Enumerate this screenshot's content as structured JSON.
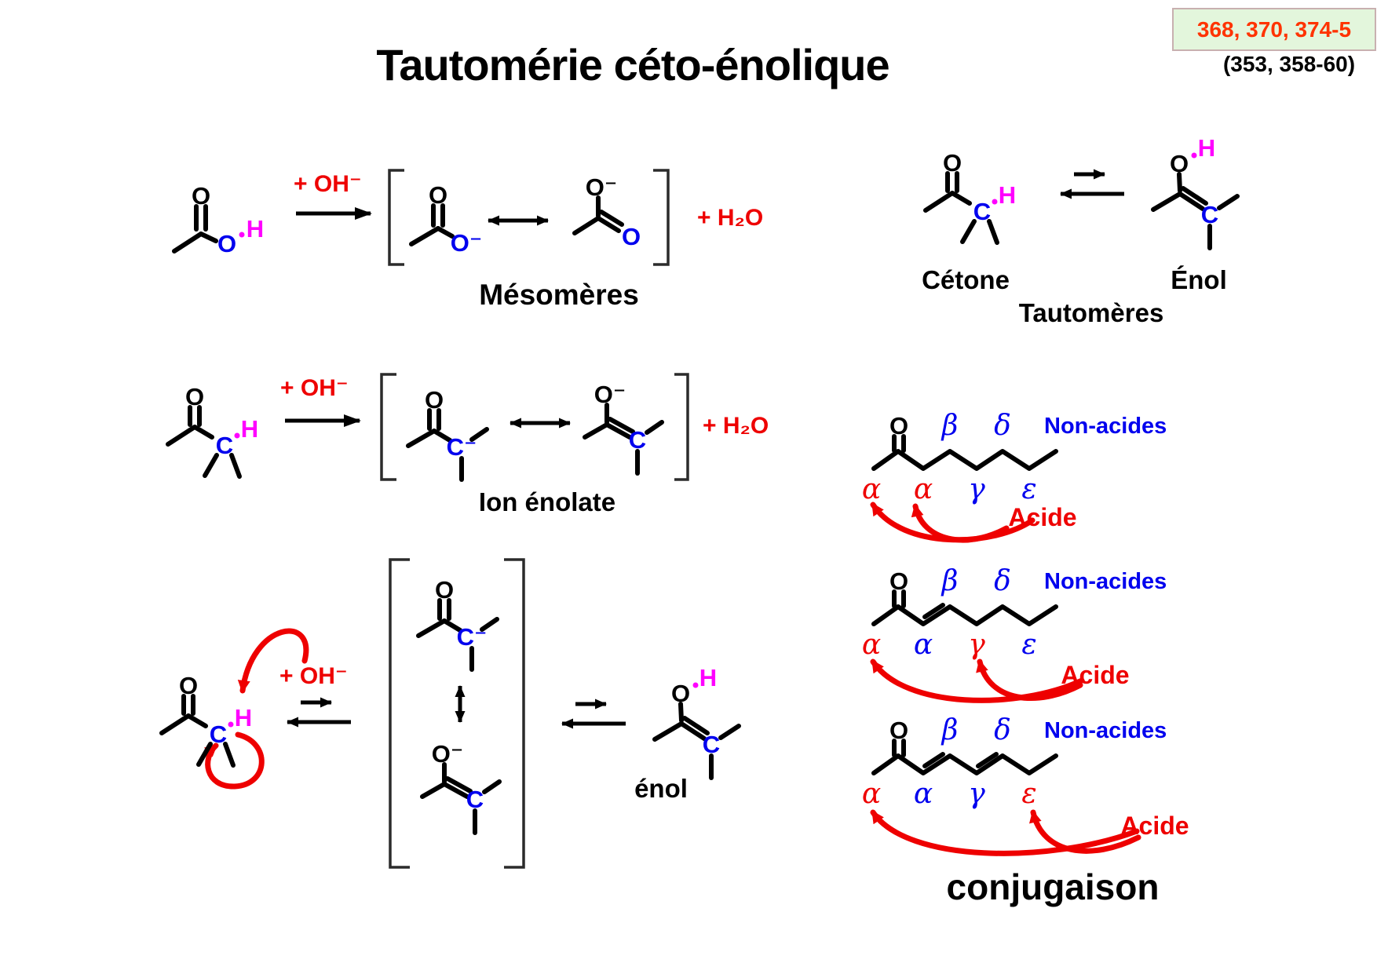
{
  "header": {
    "badge": "368, 370, 374-5",
    "badge_note": "(353, 358-60)",
    "title": "Tautomérie céto-énolique"
  },
  "reagents": {
    "plus_oh": "+ OH⁻",
    "plus_h2o": "+ H₂O"
  },
  "atoms": {
    "o": "O",
    "o_minus": "O⁻",
    "c": "C",
    "c_minus": "C⁻",
    "h": "H"
  },
  "greek": {
    "alpha": "α",
    "beta": "β",
    "gamma": "γ",
    "delta": "δ",
    "epsilon": "ε"
  },
  "labels": {
    "mesomeres": "Mésomères",
    "ion_enolate": "Ion énolate",
    "cetone": "Cétone",
    "enol": "Énol",
    "tautomeres": "Tautomères",
    "enol_lower": "énol",
    "non_acides": "Non-acides",
    "acide": "Acide",
    "conjugaison": "conjugaison"
  },
  "colors": {
    "bond": "#000000",
    "heteroatom_blue": "#0000ee",
    "proton_magenta": "#ff00ff",
    "reagent_red": "#ee0000",
    "badge_text_red": "#ff3300",
    "badge_bg_green": "#e3f6dc"
  }
}
